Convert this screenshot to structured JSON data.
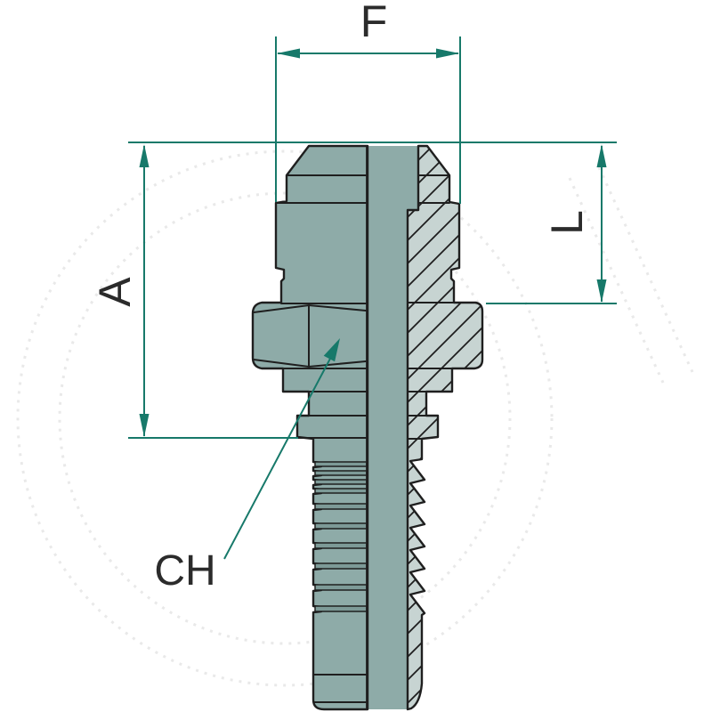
{
  "drawing": {
    "type": "technical-drawing",
    "dimension_labels": {
      "f": "F",
      "a": "A",
      "l": "L",
      "ch": "CH"
    },
    "colors": {
      "background": "#ffffff",
      "body": "#8eaba8",
      "section": "#c7d4d2",
      "groove": "#7d9a97",
      "outline": "#1f1f1f",
      "dimension": "#17796a",
      "text": "#2b2b2b",
      "watermark": "#e9e9e9"
    }
  }
}
